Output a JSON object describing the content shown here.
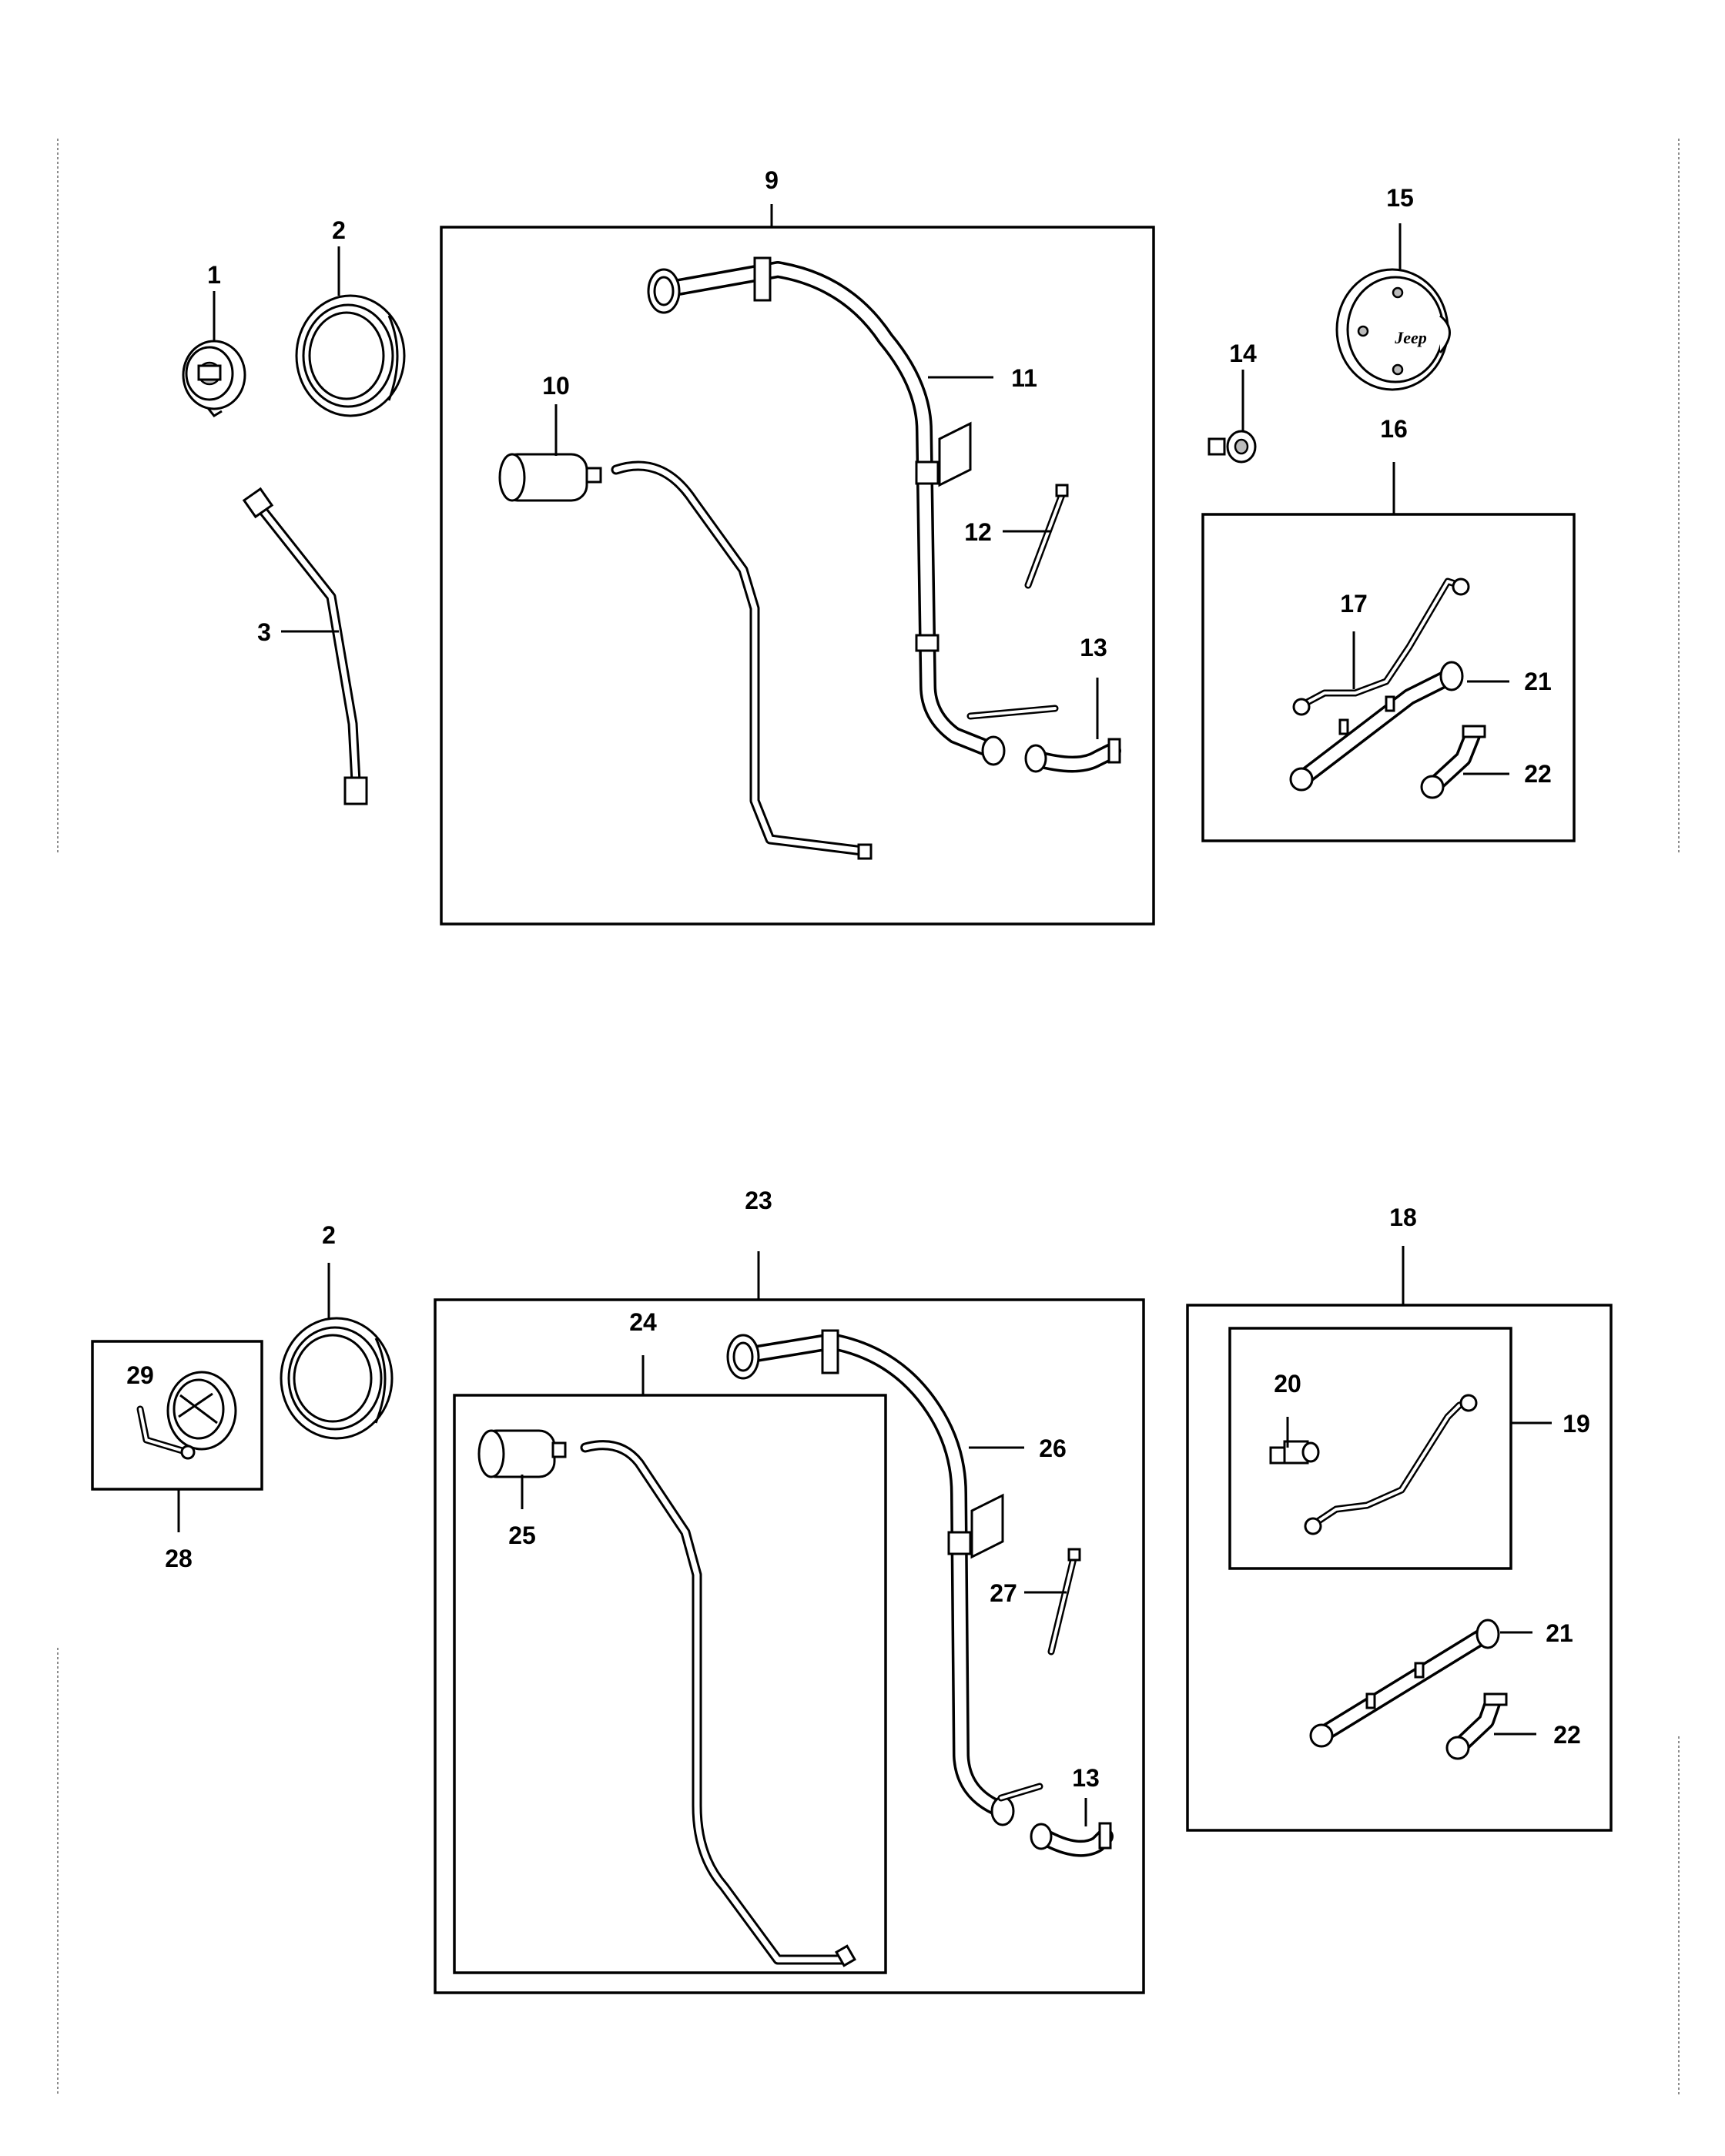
{
  "callouts": {
    "c1": "1",
    "c2a": "2",
    "c2b": "2",
    "c3": "3",
    "c9": "9",
    "c10": "10",
    "c11": "11",
    "c12": "12",
    "c13a": "13",
    "c13b": "13",
    "c14": "14",
    "c15": "15",
    "c16": "16",
    "c17": "17",
    "c18": "18",
    "c19": "19",
    "c20": "20",
    "c21a": "21",
    "c21b": "21",
    "c22a": "22",
    "c22b": "22",
    "c23": "23",
    "c24": "24",
    "c25": "25",
    "c26": "26",
    "c27": "27",
    "c28": "28",
    "c29": "29"
  },
  "logo_text": "Jeep"
}
